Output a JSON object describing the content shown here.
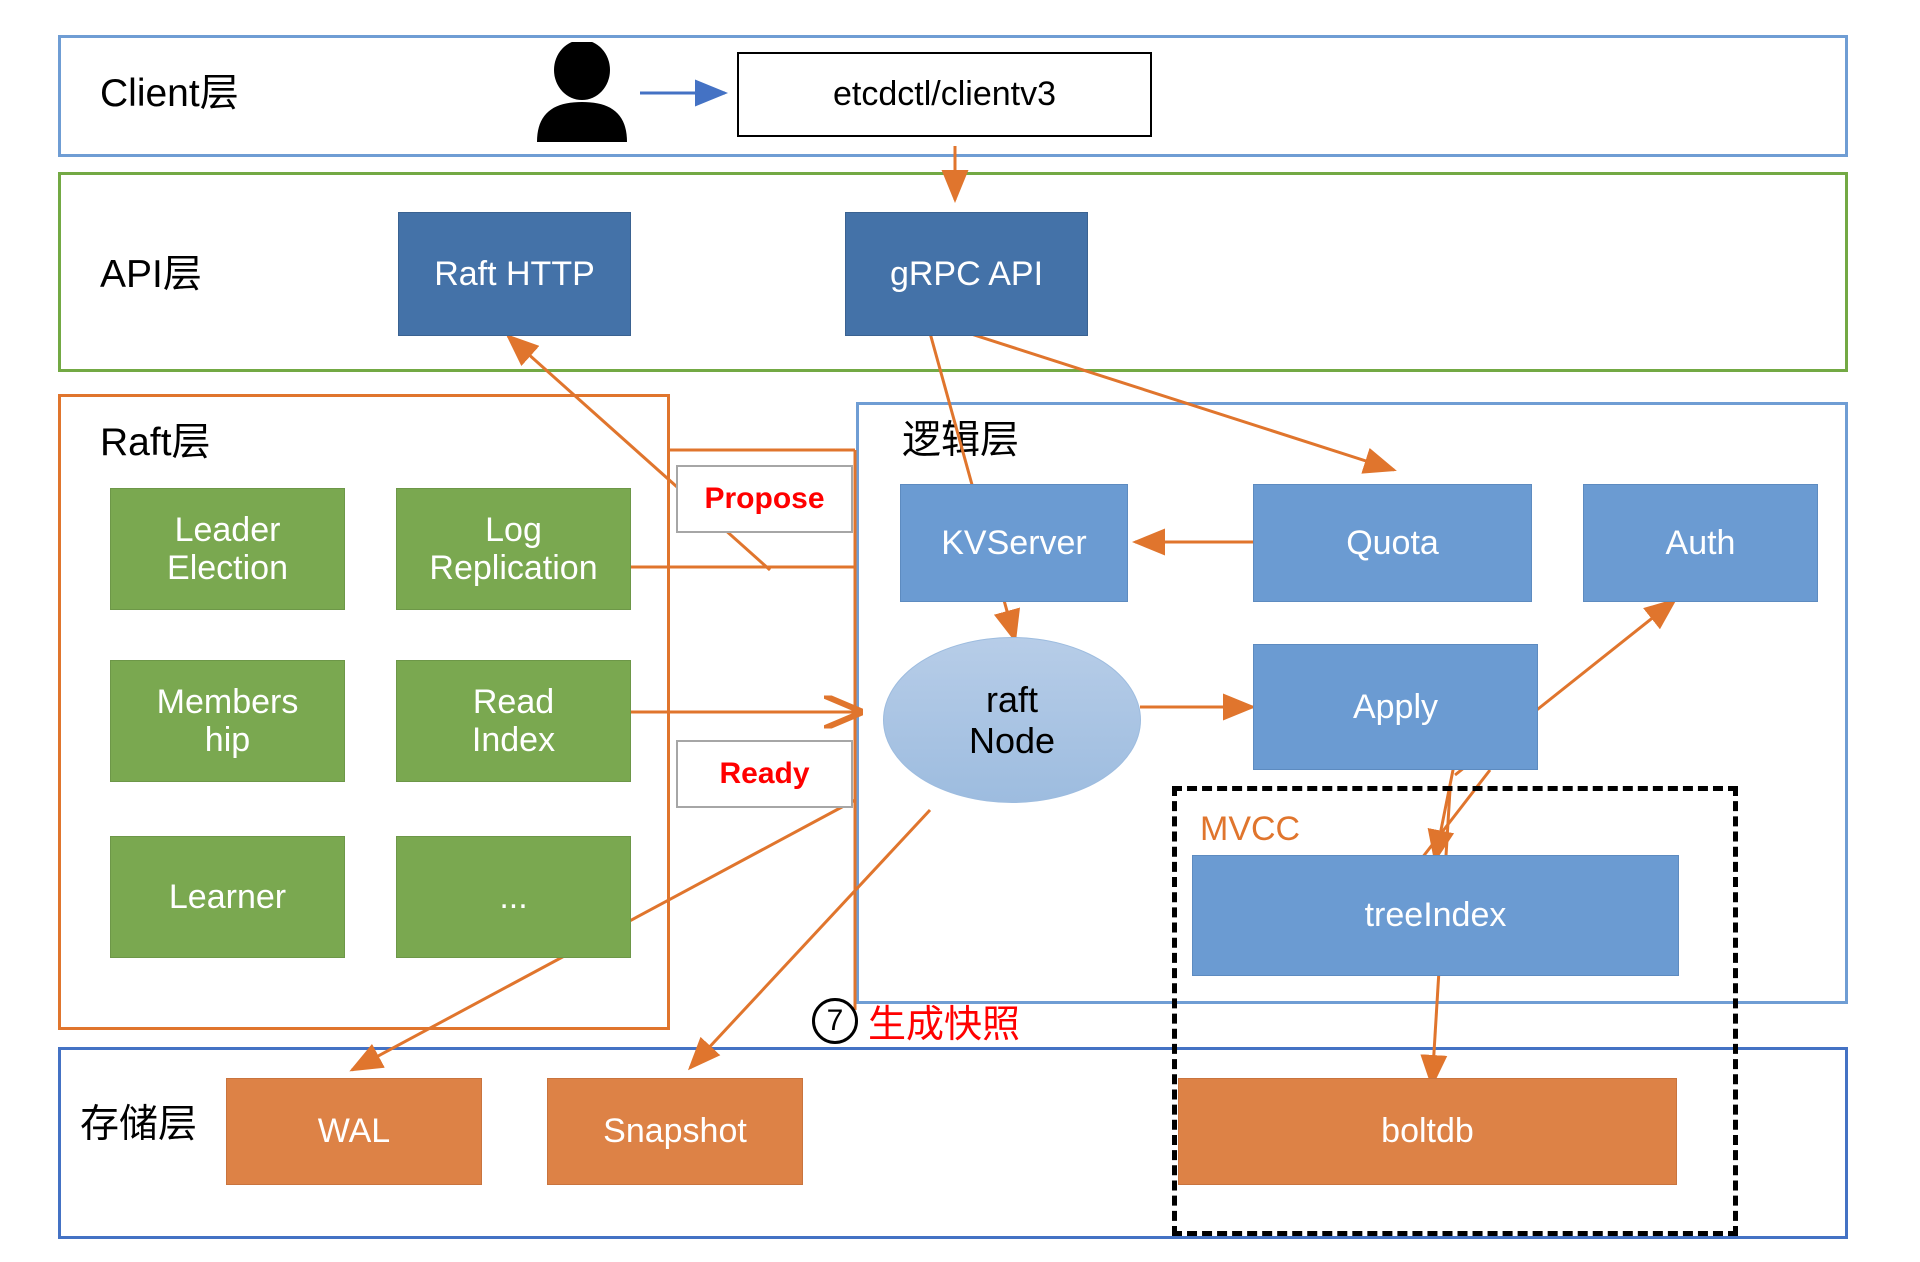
{
  "diagram": {
    "title_internal": "etcd architecture layered diagram",
    "colors": {
      "client_border": "#6f9dd4",
      "api_border": "#73a944",
      "raft_border": "#e0752d",
      "logic_border": "#6f9dd4",
      "storage_border": "#4472c4",
      "darkblue_node": "#4472a8",
      "green_node": "#7aa850",
      "midblue_node": "#6b9bd2",
      "orange_node": "#dd8246",
      "arrow": "#e0752d",
      "blue_arrow": "#4472c4",
      "red_text": "#ff0000",
      "mvcc_label": "#e0752d"
    }
  },
  "layers": {
    "client": {
      "title": "Client层"
    },
    "api": {
      "title": "API层"
    },
    "raft": {
      "title": "Raft层"
    },
    "logic": {
      "title": "逻辑层"
    },
    "storage": {
      "title": "存储层"
    }
  },
  "nodes": {
    "etcdctl": "etcdctl/clientv3",
    "raft_http": "Raft HTTP",
    "grpc_api": "gRPC API",
    "leader_election": "Leader\nElection",
    "log_replication": "Log\nReplication",
    "membership": "Members\nhip",
    "read_index": "Read\nIndex",
    "learner": "Learner",
    "ellipsis": "...",
    "kvserver": "KVServer",
    "quota": "Quota",
    "auth": "Auth",
    "apply": "Apply",
    "raft_node": "raft\nNode",
    "tree_index": "treeIndex",
    "wal": "WAL",
    "snapshot": "Snapshot",
    "boltdb": "boltdb"
  },
  "labels": {
    "propose": "Propose",
    "ready": "Ready",
    "mvcc": "MVCC"
  },
  "annotations": {
    "snapshot_step": {
      "number": "7",
      "text": "生成快照"
    }
  }
}
